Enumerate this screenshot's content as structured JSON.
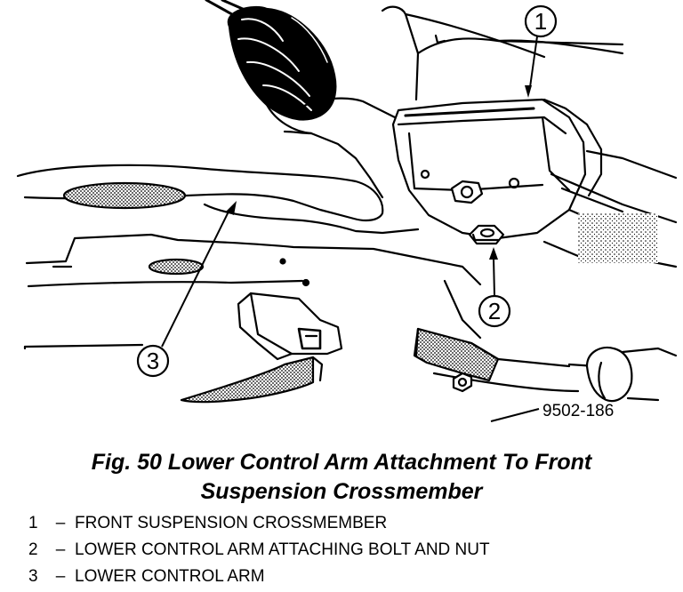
{
  "figure": {
    "code": "9502-186",
    "caption_line1": "Fig. 50 Lower Control Arm Attachment To Front",
    "caption_line2": "Suspension Crossmember"
  },
  "callouts": [
    {
      "number": "1"
    },
    {
      "number": "2"
    },
    {
      "number": "3"
    }
  ],
  "legend": [
    {
      "number": "1",
      "dash": "–",
      "label": "FRONT SUSPENSION CROSSMEMBER"
    },
    {
      "number": "2",
      "dash": "–",
      "label": "LOWER CONTROL ARM ATTACHING BOLT AND NUT"
    },
    {
      "number": "3",
      "dash": "–",
      "label": "LOWER CONTROL ARM"
    }
  ]
}
